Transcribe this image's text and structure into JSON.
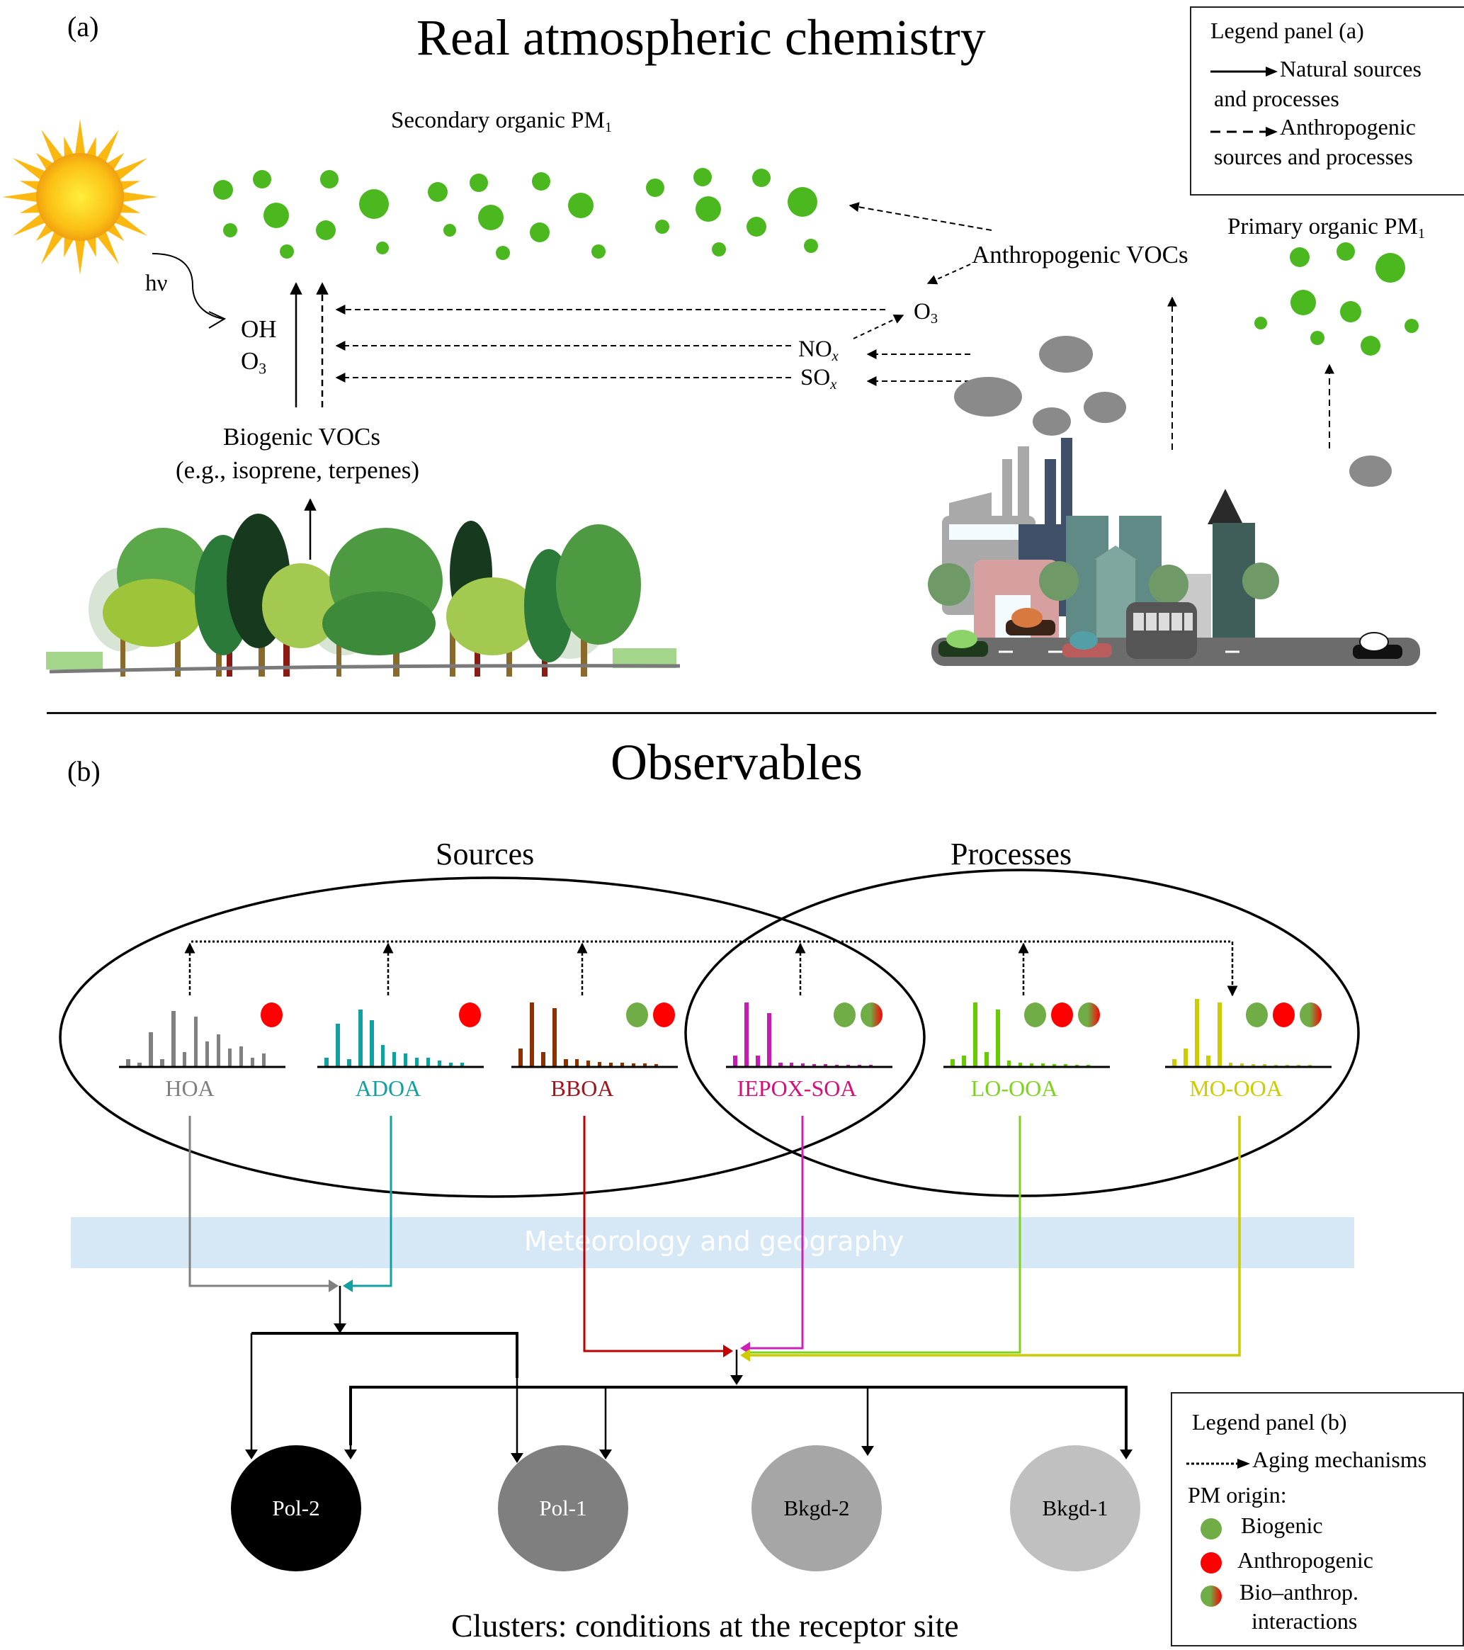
{
  "panel_a": {
    "label": "(a)",
    "title": "Real atmospheric chemistry",
    "secondary_pm": {
      "text": "Secondary organic PM",
      "sub": "1"
    },
    "primary_pm": {
      "text": "Primary  organic PM",
      "sub": "1"
    },
    "anthropogenic_vocs": "Anthropogenic VOCs",
    "biogenic_vocs": "Biogenic  VOCs",
    "biogenic_examples": "(e.g., isoprene, terpenes)",
    "hv": "hν",
    "oxidants": [
      "OH",
      "O"
    ],
    "oxidant_o3_sub": "3",
    "o3": {
      "text": "O",
      "sub": "3"
    },
    "nox": {
      "text": "NO",
      "sub": "x"
    },
    "sox": {
      "text": "SO",
      "sub": "x"
    },
    "particle_color": "#4cb81f",
    "legend": {
      "title": "Legend panel (a)",
      "natural_line1": "Natural sources",
      "natural_line2": "and processes",
      "anthro_line1": "Anthropogenic",
      "anthro_line2": "sources and processes"
    }
  },
  "panel_b": {
    "label": "(b)",
    "title": "Observables",
    "sources_label": "Sources",
    "processes_label": "Processes",
    "meteo_band": "Meteorology and geography",
    "footer": "Clusters: conditions at the receptor site",
    "factors": [
      {
        "name": "HOA",
        "color": "#808080",
        "origins": [
          "anthropogenic"
        ]
      },
      {
        "name": "ADOA",
        "color": "#12a0a0",
        "origins": [
          "anthropogenic"
        ]
      },
      {
        "name": "BBOA",
        "color": "#a0141e",
        "spectrum_color": "#8b3200",
        "origins": [
          "biogenic",
          "anthropogenic"
        ]
      },
      {
        "name": "IEPOX-SOA",
        "color": "#d4107a",
        "spectrum_color": "#c81ab4",
        "origins": [
          "biogenic",
          "bio-anthrop"
        ]
      },
      {
        "name": "LO-OOA",
        "color": "#7ed321",
        "spectrum_color": "#66cc00",
        "origins": [
          "biogenic",
          "anthropogenic",
          "bio-anthrop"
        ]
      },
      {
        "name": "MO-OOA",
        "color": "#cccc00",
        "origins": [
          "biogenic",
          "anthropogenic",
          "bio-anthrop"
        ]
      }
    ],
    "clusters": [
      {
        "name": "Pol-2",
        "fill": "#000000",
        "text_color": "#ffffff"
      },
      {
        "name": "Pol-1",
        "fill": "#7f7f7f",
        "text_color": "#ffffff"
      },
      {
        "name": "Bkgd-2",
        "fill": "#a6a6a6",
        "text_color": "#000000"
      },
      {
        "name": "Bkgd-1",
        "fill": "#c0c0c0",
        "text_color": "#000000"
      }
    ],
    "origin_colors": {
      "biogenic": "#70ad47",
      "anthropogenic": "#ff0000"
    },
    "legend": {
      "title": "Legend panel (b)",
      "aging": "Aging  mechanisms",
      "pm_origin": "PM origin:",
      "biogenic": "Biogenic",
      "anthropogenic": "Anthropogenic",
      "bio_anthrop_line1": "Bio–anthrop.",
      "bio_anthrop_line2": "interactions"
    }
  }
}
